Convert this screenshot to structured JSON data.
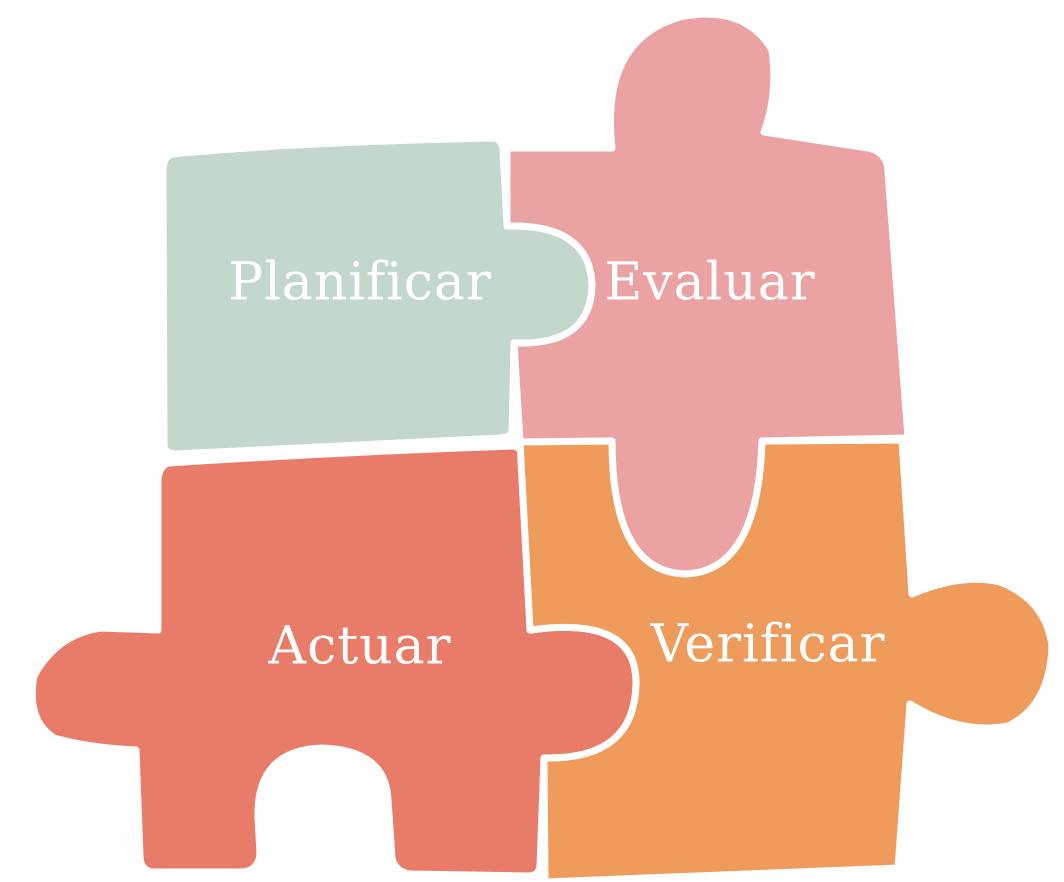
{
  "pieces": {
    "plan": {
      "label": "Planificar",
      "color": "#c2d8cc"
    },
    "evaluate": {
      "label": "Evaluar",
      "color": "#eba2a2"
    },
    "act": {
      "label": "Actuar",
      "color": "#e87c68"
    },
    "verify": {
      "label": "Verificar",
      "color": "#ee9b5b"
    }
  }
}
